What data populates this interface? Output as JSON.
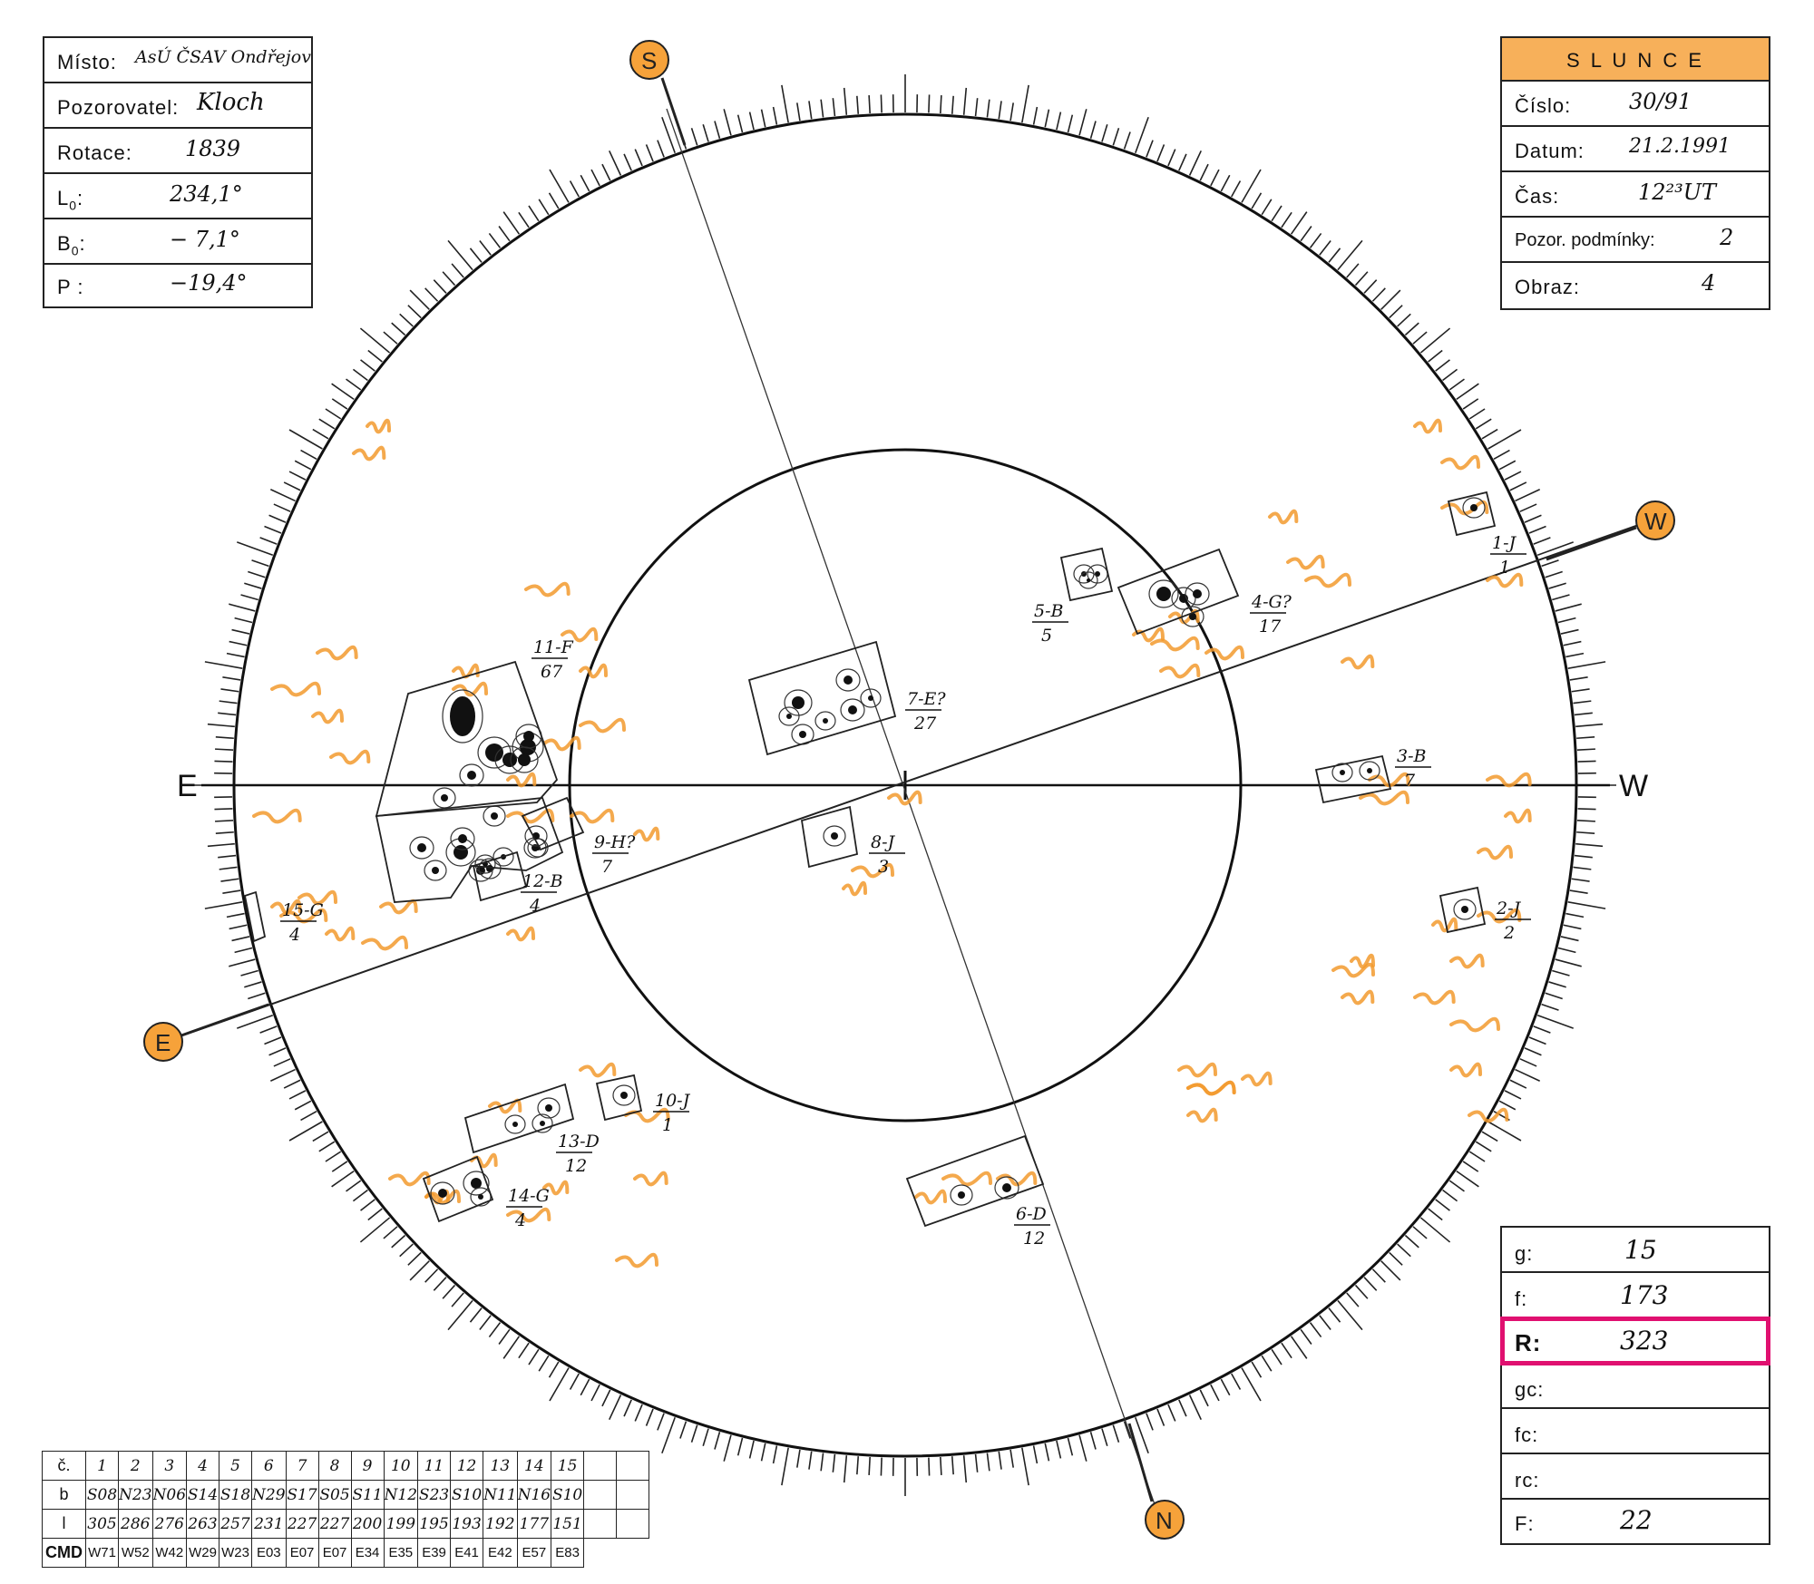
{
  "header_left": {
    "misto_label": "Místo:",
    "misto_value": "AsÚ ČSAV Ondřejov",
    "pozorovatel_label": "Pozorovatel:",
    "pozorovatel_value": "Kloch",
    "rotace_label": "Rotace:",
    "rotace_value": "1839",
    "l0_label": "L",
    "l0_sub": "0",
    "l0_value": "234,1°",
    "b0_label": "B",
    "b0_sub": "0",
    "b0_value": "− 7,1°",
    "p_label": "P",
    "p_value": "−19,4°"
  },
  "header_right": {
    "title": "S L U N C E",
    "cislo_label": "Číslo:",
    "cislo_value": "30/91",
    "datum_label": "Datum:",
    "datum_value": "21.2.1991",
    "cas_label": "Čas:",
    "cas_value": "12²³UT",
    "podminky_label": "Pozor. podmínky:",
    "podminky_value": "2",
    "obraz_label": "Obraz:",
    "obraz_value": "4"
  },
  "summary": {
    "g_label": "g:",
    "g_value": "15",
    "f_label": "f:",
    "f_value": "173",
    "r_label": "R:",
    "r_value": "323",
    "gc_label": "gc:",
    "gc_value": "",
    "fc_label": "fc:",
    "fc_value": "",
    "rc_label": "rc:",
    "rc_value": "",
    "ff_label": "F:",
    "ff_value": "22"
  },
  "directions": {
    "east": "E",
    "west": "W",
    "badge_s": "S",
    "badge_w": "W",
    "badge_e": "E",
    "badge_n": "N"
  },
  "groups": [
    {
      "id": "1-J",
      "count": "1"
    },
    {
      "id": "2-J",
      "count": "2"
    },
    {
      "id": "3-B",
      "count": "7"
    },
    {
      "id": "4-G?",
      "count": "17"
    },
    {
      "id": "5-B",
      "count": "5"
    },
    {
      "id": "6-D",
      "count": "12"
    },
    {
      "id": "7-E?",
      "count": "27"
    },
    {
      "id": "8-J",
      "count": "3"
    },
    {
      "id": "9-H?",
      "count": "7"
    },
    {
      "id": "10-J",
      "count": "1"
    },
    {
      "id": "11-F",
      "count": "67"
    },
    {
      "id": "12-B",
      "count": "4"
    },
    {
      "id": "13-D",
      "count": "12"
    },
    {
      "id": "14-G",
      "count": "4"
    },
    {
      "id": "15-G",
      "count": "4"
    }
  ],
  "table": {
    "row_labels": [
      "č.",
      "b",
      "l",
      "CMD"
    ],
    "numbers": [
      "1",
      "2",
      "3",
      "4",
      "5",
      "6",
      "7",
      "8",
      "9",
      "10",
      "11",
      "12",
      "13",
      "14",
      "15"
    ],
    "b": [
      "S08",
      "N23",
      "N06",
      "S14",
      "S18",
      "N29",
      "S17",
      "S05",
      "S11",
      "N12",
      "S23",
      "S10",
      "N11",
      "N16",
      "S10"
    ],
    "l": [
      "305",
      "286",
      "276",
      "263",
      "257",
      "231",
      "227",
      "227",
      "200",
      "199",
      "195",
      "193",
      "192",
      "177",
      "151"
    ],
    "cmd": [
      "W71",
      "W52",
      "W42",
      "W29",
      "W23",
      "E03",
      "E07",
      "E07",
      "E34",
      "E35",
      "E39",
      "E41",
      "E42",
      "E57",
      "E83"
    ]
  },
  "colors": {
    "facula": "#f29a2e",
    "badge": "#f6a23a",
    "title_band": "#f7b05a",
    "highlight": "#e01070",
    "ink": "#111111"
  }
}
